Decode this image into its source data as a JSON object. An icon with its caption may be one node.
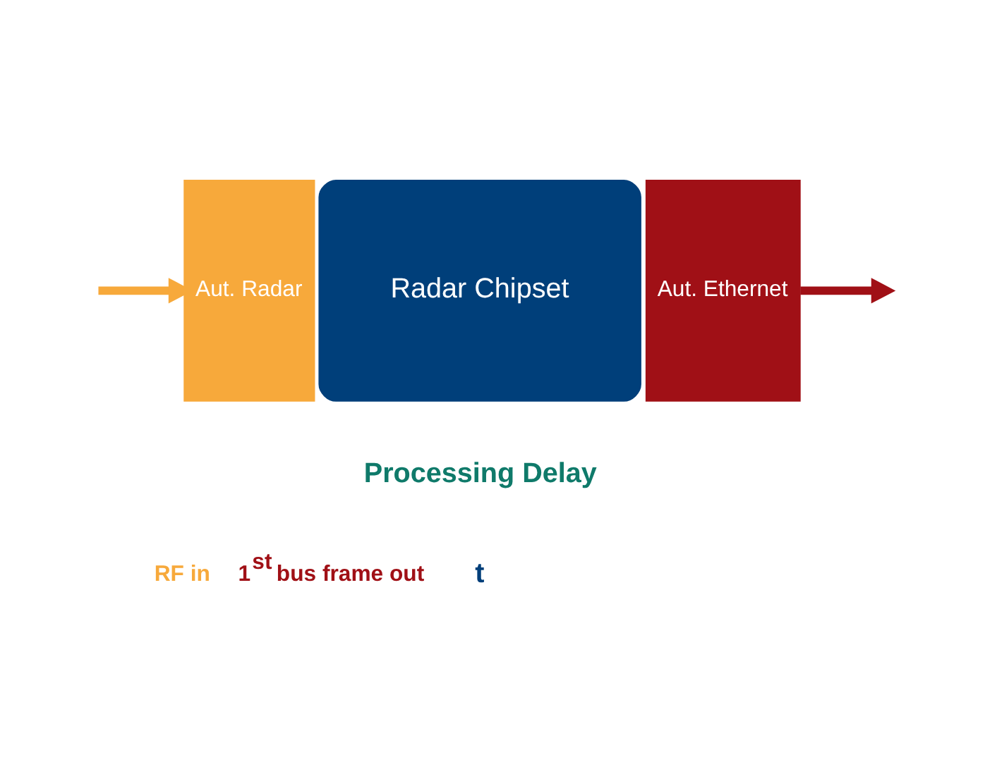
{
  "diagram": {
    "nodes": [
      {
        "text": [
          "Aut. Radar"
        ]
      },
      {
        "text": [
          "Radar Chipset"
        ]
      },
      {
        "text": [
          "Aut. Ethernet"
        ]
      }
    ],
    "edges": [
      {
        "from": null,
        "to": 0,
        "arrow": "to",
        "color": "#f7a93b"
      },
      {
        "from": 2,
        "to": null,
        "arrow": "to",
        "color": "#a01016"
      }
    ],
    "labels": [
      "Processing Delay",
      "t",
      "RF in",
      "1$^{st}$ bus frame out"
    ]
  }
}
